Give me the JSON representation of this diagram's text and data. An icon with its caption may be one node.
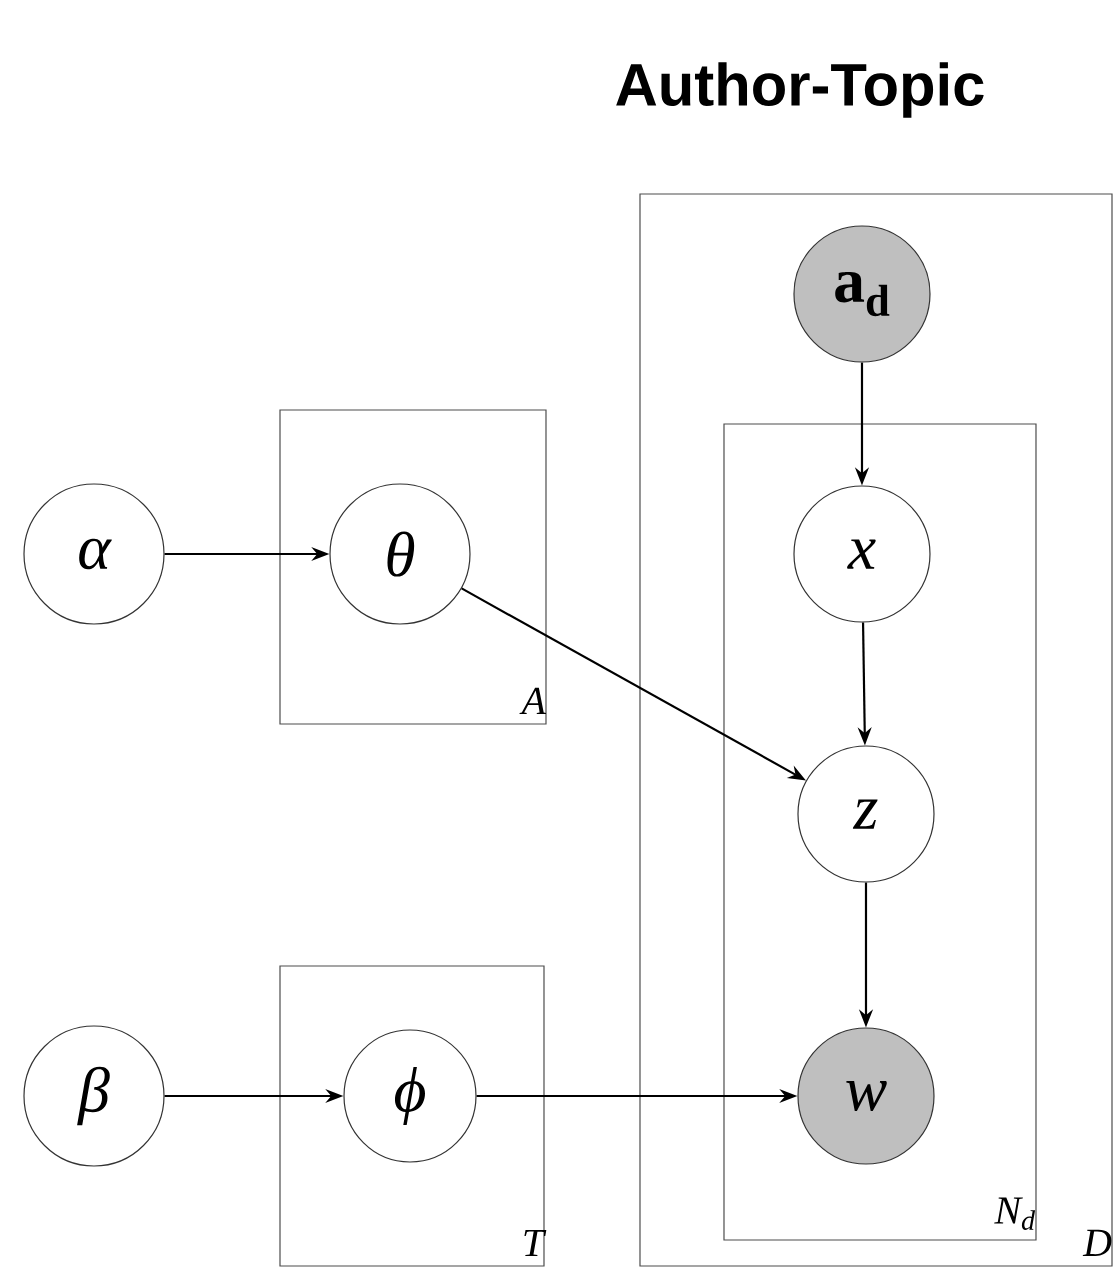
{
  "diagram": {
    "title": "Author-Topic",
    "nodes": [
      {
        "text": [
          "D"
        ]
      },
      {
        "text": [
          "a$_{d}$"
        ],
        "in": 0
      },
      {
        "text": [
          "N$_{d}$"
        ],
        "in": 0
      },
      {
        "text": [
          "x"
        ],
        "in": 2
      },
      {
        "text": [
          "z"
        ],
        "in": 2
      },
      {
        "text": [
          "w"
        ],
        "in": 2
      },
      {
        "text": [
          "α"
        ]
      },
      {
        "text": [
          "A"
        ]
      },
      {
        "text": [
          "θ"
        ],
        "in": 7
      },
      {
        "text": [
          "β"
        ]
      },
      {
        "text": [
          "T"
        ]
      },
      {
        "text": [
          "ϕ"
        ],
        "in": 10
      }
    ],
    "edges": [
      {
        "from": 6,
        "to": 8,
        "arrow": "to"
      },
      {
        "from": 8,
        "to": 4,
        "arrow": "to"
      },
      {
        "from": 1,
        "to": 3,
        "arrow": "to"
      },
      {
        "from": 3,
        "to": 4,
        "arrow": "to"
      },
      {
        "from": 4,
        "to": 5,
        "arrow": "to"
      },
      {
        "from": 9,
        "to": 11,
        "arrow": "to"
      },
      {
        "from": 11,
        "to": 5,
        "arrow": "to"
      }
    ]
  }
}
